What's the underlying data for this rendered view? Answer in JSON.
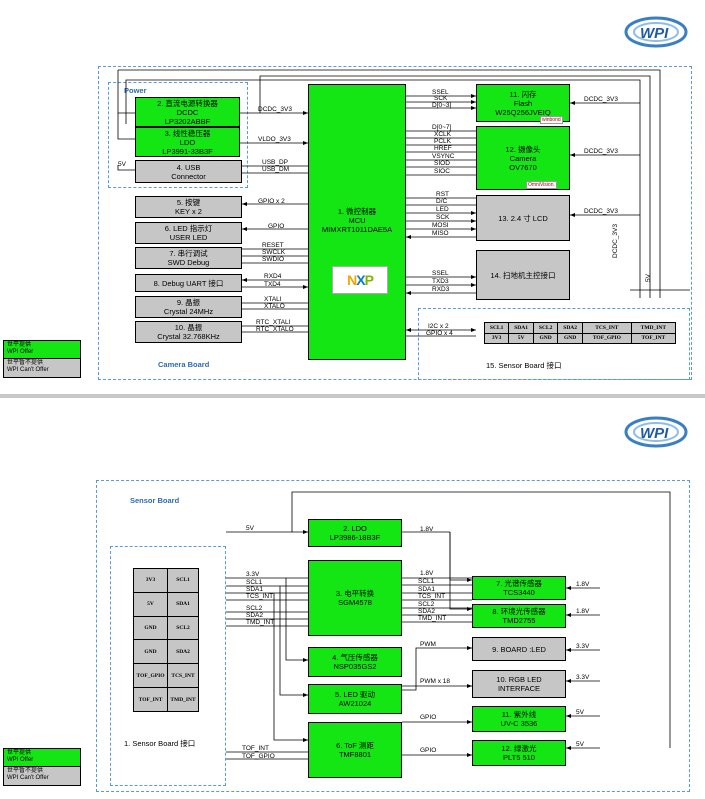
{
  "colors": {
    "offer": "#14e614",
    "no_offer": "#c6c6c6",
    "dash": "#5b9bd5"
  },
  "logo": {
    "text": "WPI"
  },
  "top": {
    "power_title": "Power",
    "camera_board": "Camera Board",
    "blocks": {
      "dcdc": {
        "line1": "2. 直流电源转换器",
        "line2": "DCDC",
        "line3": "LP3202ABBF"
      },
      "ldo": {
        "line1": "3. 线性稳压器",
        "line2": "LDO",
        "line3": "LP3991-33B3F"
      },
      "usb": {
        "line1": "4. USB",
        "line2": "Connector"
      },
      "key": {
        "line1": "5. 按键",
        "line2": "KEY x 2"
      },
      "led": {
        "line1": "6. LED 指示灯",
        "line2": "USER  LED"
      },
      "swd": {
        "line1": "7. 串行调试",
        "line2": "SWD Debug"
      },
      "uart": {
        "line1": "8. Debug UART 接口"
      },
      "xtal24": {
        "line1": "9. 晶振",
        "line2": "Crystal 24MHz"
      },
      "xtal32": {
        "line1": "10. 晶振",
        "line2": "Crystal 32.768KHz"
      },
      "mcu": {
        "line1": "1. 微控制器",
        "line2": "MCU",
        "line3": "MIMXRT1011DAE5A"
      },
      "flash": {
        "line1": "11. 闪存",
        "line2": "Flash",
        "line3": "W25Q256JVEIQ"
      },
      "camera": {
        "line1": "12. 摄像头",
        "line2": "Camera",
        "line3": "OV7670"
      },
      "lcd": {
        "line1": "13. 2.4 寸 LCD"
      },
      "scan": {
        "line1": "14. 扫地机主控接口"
      },
      "sensor_if": {
        "line1": "15. Sensor Board 接口"
      }
    },
    "signals": {
      "dcdc_3v3": "DCDC_3V3",
      "vldo_3v3": "VLDO_3V3",
      "v5": "5V",
      "usb_dp": "USB_DP",
      "usb_dm": "USB_DM",
      "gpio_x2": "GPIO x 2",
      "gpio": "GPIO",
      "reset": "RESET",
      "swclk": "SWCLK",
      "swdio": "SWDIO",
      "rxd4": "RXD4",
      "txd4": "TXD4",
      "xtali": "XTALI",
      "xtalo": "XTALO",
      "rtc_xtali": "RTC_XTALI",
      "rtc_xtalo": "RTC_XTALO",
      "ssel": "SSEL",
      "sck": "SCK",
      "d03": "D[0~3]",
      "d07": "D[0~7]",
      "xclk": "XCLK",
      "pclk": "PCLK",
      "href": "HREF",
      "vsync": "VSYNC",
      "siod": "SIOD",
      "sioc": "SIOC",
      "rst": "RST",
      "dc": "D/C",
      "led": "LED",
      "mosi": "MOSI",
      "miso": "MISO",
      "txd3": "TXD3",
      "rxd3": "RXD3",
      "i2c_x2": "I2C x 2",
      "gpio_x4": "GPIO x 4",
      "dcdc_3v3_v": "DCDC_3V3",
      "v5_v": "5V"
    },
    "pin_table": [
      [
        "SCL1",
        "SDA1",
        "SCL2",
        "SDA2",
        "TCS_INT",
        "TMD_INT"
      ],
      [
        "3V3",
        "5V",
        "GND",
        "GND",
        "TOF_GPIO",
        "TOF_INT"
      ]
    ],
    "badges": {
      "winbond": "winbond",
      "omni": "OmniVision."
    }
  },
  "bottom": {
    "sensor_board": "Sensor Board",
    "blocks": {
      "ldo": {
        "line1": "2. LDO",
        "line2": "LP3986-18B3F"
      },
      "level": {
        "line1": "3. 电平转换",
        "line2": "SGM4578"
      },
      "baro": {
        "line1": "4. 气压传感器",
        "line2": "NSP035GS2"
      },
      "leddrv": {
        "line1": "5. LED 驱动",
        "line2": "AW21024"
      },
      "tof": {
        "line1": "6. ToF 测距",
        "line2": "TMF8801"
      },
      "spectral": {
        "line1": "7. 光谱传感器",
        "line2": "TCS3440"
      },
      "ambient": {
        "line1": "8. 环境光传感器",
        "line2": "TMD2755"
      },
      "board_led": {
        "line1": "9. BOARD :LED"
      },
      "rgb": {
        "line1": "10. RGB LED",
        "line2": "INTERFACE"
      },
      "uvc": {
        "line1": "11. 紫外线",
        "line2": "UV-C 3536"
      },
      "green": {
        "line1": "12. 绿激光",
        "line2": "PLT5 510"
      },
      "sensor_if": {
        "line1": "1. Sensor Board 接口"
      }
    },
    "signals": {
      "v5": "5V",
      "v3v3": "3.3V",
      "scl1": "SCL1",
      "sda1": "SDA1",
      "tcs_int": "TCS_INT",
      "scl2": "SCL2",
      "sda2": "SDA2",
      "tmd_int": "TMD_INT",
      "v1v8": "1.8V",
      "tof_int": "TOF_INT",
      "tof_gpio": "TOF_GPIO",
      "pwm": "PWM",
      "pwm_x18": "PWM x 18",
      "gpio": "GPIO",
      "v3_3": "3.3V",
      "v_5": "5V"
    },
    "pin_table": [
      [
        "3V3",
        "SCL1"
      ],
      [
        "5V",
        "SDA1"
      ],
      [
        "GND",
        "SCL2"
      ],
      [
        "GND",
        "SDA2"
      ],
      [
        "TOF_GPIO",
        "TCS_INT"
      ],
      [
        "TOF_INT",
        "TMD_INT"
      ]
    ]
  },
  "legend": {
    "offer_cn": "世平提供",
    "offer_en": "WPI Offer",
    "no_cn": "世平暂不提供",
    "no_en": "WPI  Can't Offer"
  }
}
